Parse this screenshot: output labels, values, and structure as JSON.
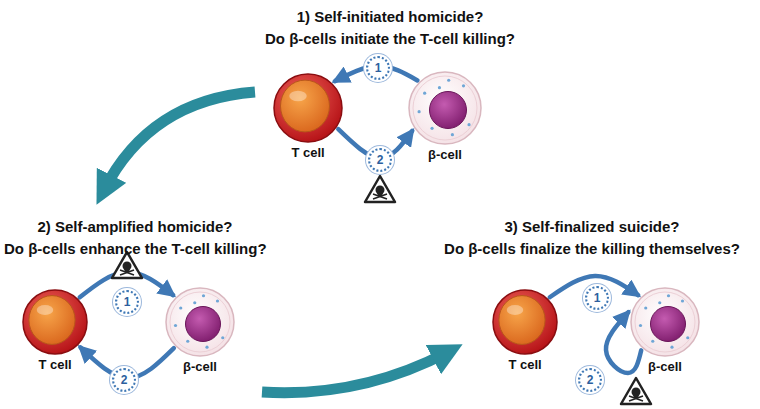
{
  "diagram": {
    "nodes": [
      {
        "text": [
          "T cell"
        ]
      },
      {
        "text": [
          "β-cell"
        ]
      },
      {
        "text": [
          "T cell"
        ]
      },
      {
        "text": [
          "β-cell"
        ]
      },
      {
        "text": [
          "T cell"
        ]
      },
      {
        "text": [
          "β-cell"
        ]
      }
    ],
    "edges": [
      {
        "from": 1,
        "to": 0,
        "arrow": "to"
      },
      {
        "from": 0,
        "to": 1,
        "arrow": "to"
      },
      {
        "from": 2,
        "to": 3,
        "arrow": "to"
      },
      {
        "from": 3,
        "to": 2,
        "arrow": "to"
      },
      {
        "from": 4,
        "to": 5,
        "arrow": "to"
      },
      {
        "from": 5,
        "to": 5,
        "arrow": "to"
      }
    ],
    "labels": [
      "1) Self-initiated homicide?",
      "Do β-cells initiate the T-cell killing?",
      "2) Self-amplified homicide?",
      "Do β-cells enhance the T-cell killing?",
      "3) Self-finalized suicide?",
      "Do β-cells finalize the killing themselves?",
      "1",
      "2",
      "1",
      "2",
      "1",
      "2"
    ]
  }
}
